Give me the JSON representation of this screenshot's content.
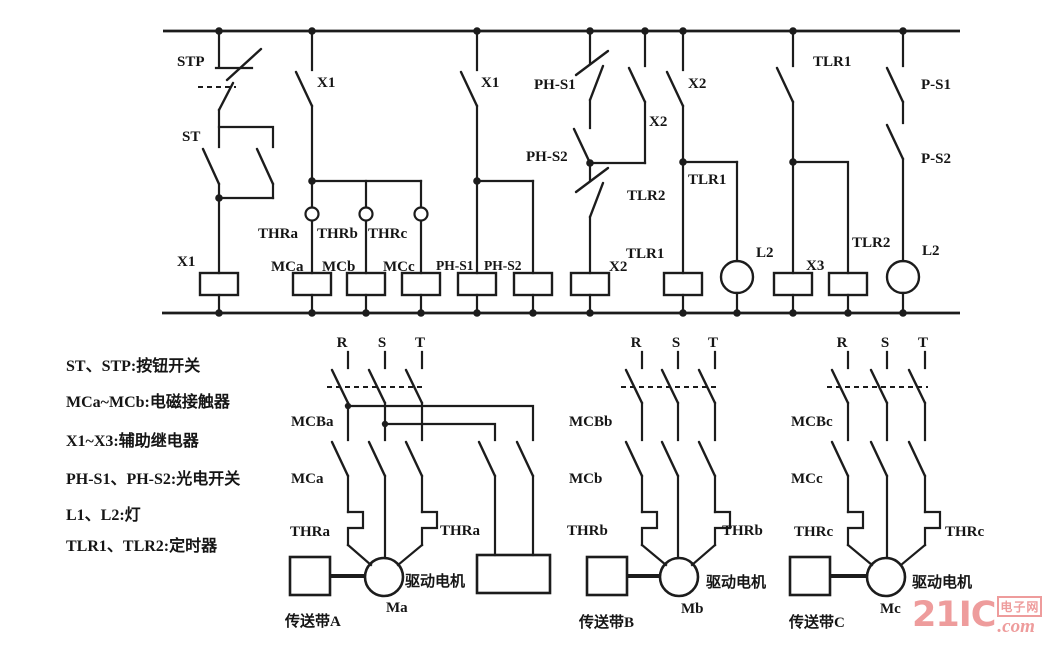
{
  "colors": {
    "ink": "#1c1c1c",
    "watermark": "#ee9c9c",
    "background": "#ffffff"
  },
  "legend": {
    "lines": [
      "ST、STP:按钮开关",
      "MCa~MCb:电磁接触器",
      "X1~X3:辅助继电器",
      "PH-S1、PH-S2:光电开关",
      "L1、L2:灯",
      "TLR1、TLR2:定时器"
    ]
  },
  "control_circuit": {
    "labels": {
      "stp": "STP",
      "st": "ST",
      "x1_coil": "X1",
      "x1_contact_1": "X1",
      "x1_contact_2": "X1",
      "thra": "THRa",
      "thrb": "THRb",
      "thrc": "THRc",
      "mca": "MCa",
      "mcb": "MCb",
      "mcc": "MCc",
      "phs1_coil": "PH-S1",
      "phs2_coil": "PH-S2",
      "phs1_contact": "PH-S1",
      "phs2_contact": "PH-S2",
      "x2_contact_1": "X2",
      "x2_contact_2": "X2",
      "x2_coil": "X2",
      "tlr2_contact": "TLR2",
      "tlr1_label": "TLR1",
      "tlr1_coil": "TLR1",
      "l2_lamp_1": "L2",
      "tlr1_contact": "TLR1",
      "x3_coil": "X3",
      "tlr2_coil": "TLR2",
      "l2_lamp_2": "L2",
      "ps1_contact": "P-S1",
      "ps2_contact": "P-S2"
    }
  },
  "power_circuits": {
    "phases": [
      "R",
      "S",
      "T"
    ],
    "units": [
      {
        "breaker": "MCBa",
        "contactor": "MCa",
        "thermal": "THRa",
        "motor_id": "Ma",
        "motor_label": "驱动电机",
        "belt": "传送带A"
      },
      {
        "breaker": "MCBb",
        "contactor": "MCb",
        "thermal": "THRb",
        "motor_id": "Mb",
        "motor_label": "驱动电机",
        "belt": "传送带B"
      },
      {
        "breaker": "MCBc",
        "contactor": "MCc",
        "thermal": "THRc",
        "motor_id": "Mc",
        "motor_label": "驱动电机",
        "belt": "传送带C"
      }
    ]
  },
  "watermark": {
    "brand": "21IC",
    "site": "电子网",
    "suffix": ".com"
  }
}
